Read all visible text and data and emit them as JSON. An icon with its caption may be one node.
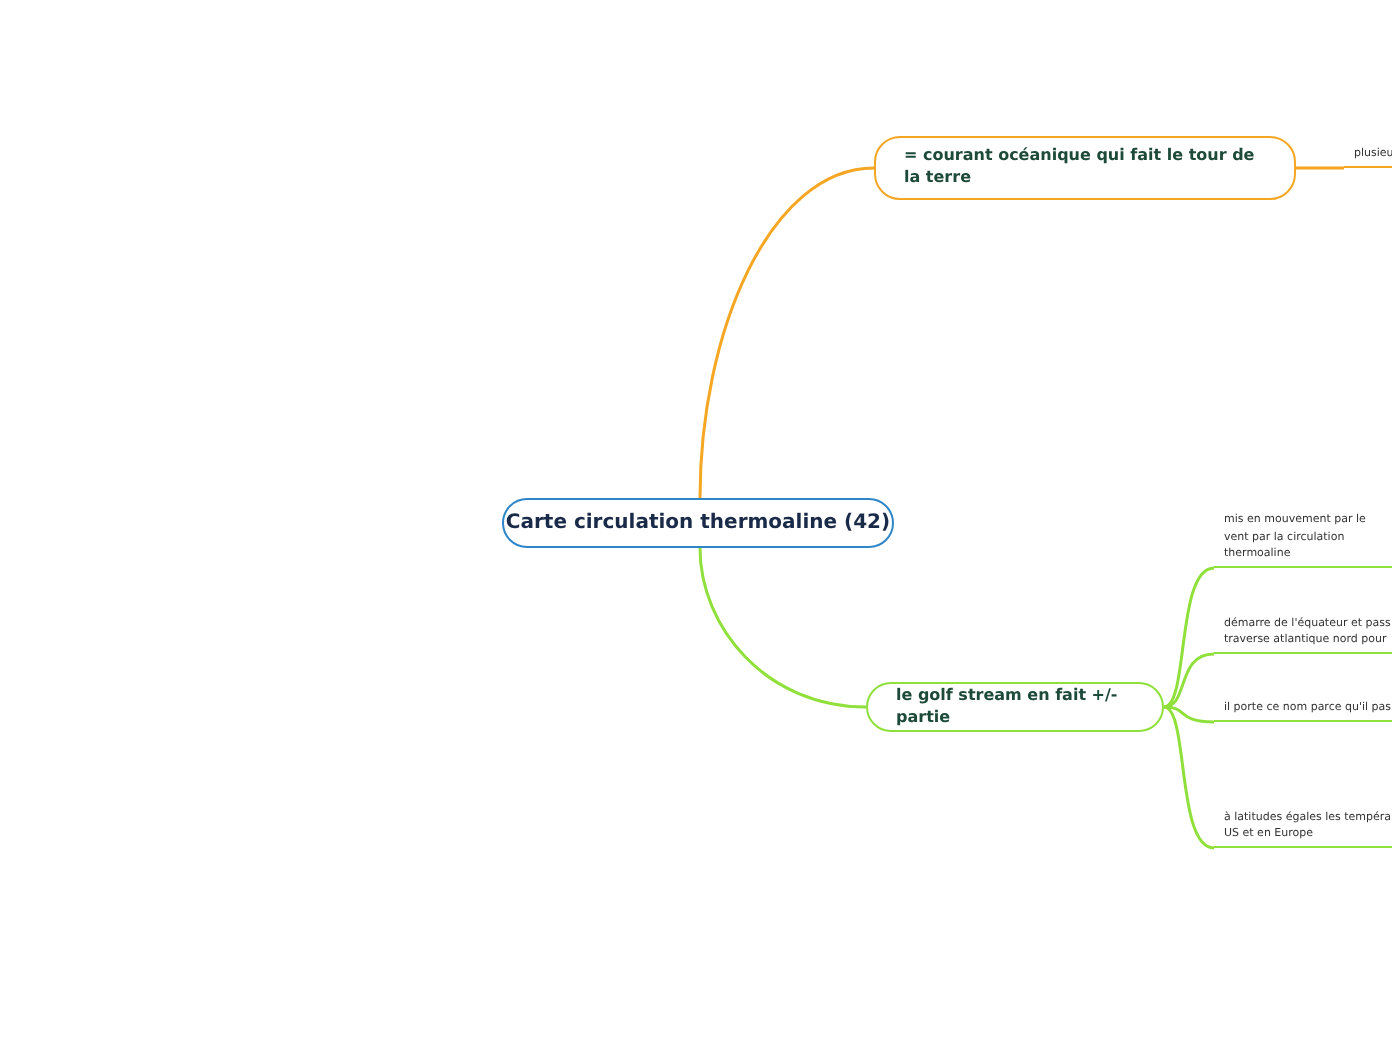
{
  "diagram": {
    "nodes": [
      {
        "text": [
          "Carte circulation thermoaline (42)"
        ]
      },
      {
        "text": [
          "= courant océanique qui fait le tour de la terre"
        ]
      },
      {
        "text": [
          "plusieu"
        ]
      },
      {
        "text": [
          "le golf stream en fait +/-  partie"
        ]
      },
      {
        "text": [
          "mis en mouvement par le vent par la circulation thermoaline"
        ]
      },
      {
        "text": [
          "démarre de l'équateur et pass traverse atlantique nord pour"
        ]
      },
      {
        "text": [
          "il porte ce nom parce qu'il pas"
        ]
      },
      {
        "text": [
          "à latitudes égales les tempéra US et en Europe"
        ]
      }
    ],
    "edges": [
      {
        "from": 0,
        "to": 1,
        "arrow": "none",
        "color": "#f5a623"
      },
      {
        "from": 1,
        "to": 2,
        "arrow": "none",
        "color": "#f5a623"
      },
      {
        "from": 0,
        "to": 3,
        "arrow": "none"
      },
      {
        "from": 3,
        "to": 4,
        "arrow": "none"
      },
      {
        "from": 3,
        "to": 5,
        "arrow": "none"
      },
      {
        "from": 3,
        "to": 6,
        "arrow": "none"
      },
      {
        "from": 3,
        "to": 7,
        "arrow": "none"
      }
    ]
  }
}
